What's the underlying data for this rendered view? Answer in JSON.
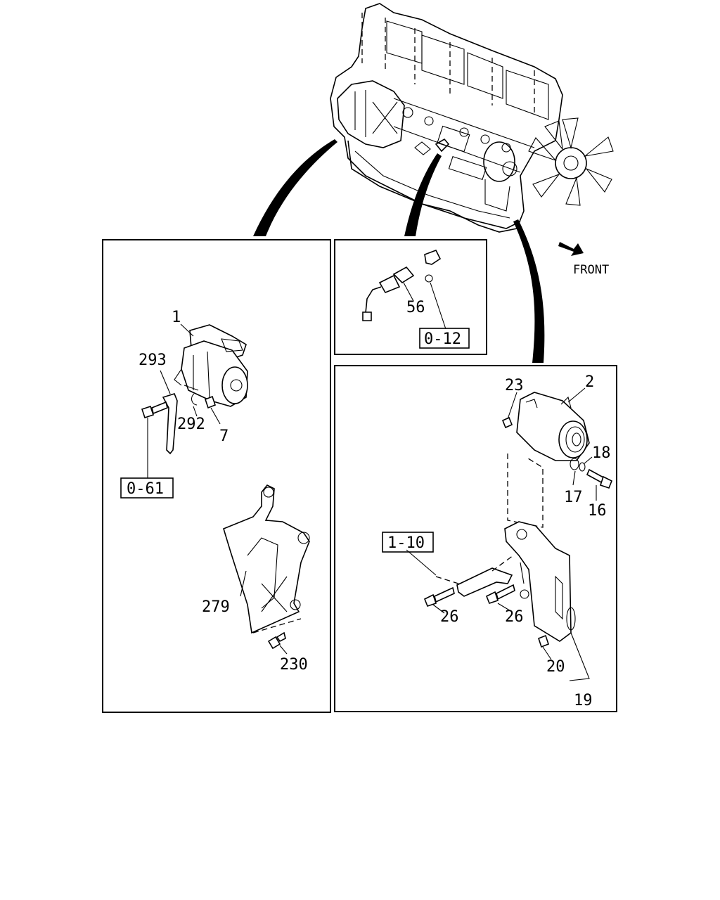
{
  "diagram": {
    "direction_label": "FRONT",
    "panels": {
      "starter": {
        "part_labels": [
          "1",
          "293",
          "292",
          "7",
          "279",
          "230"
        ],
        "ref_labels": [
          "0-61"
        ]
      },
      "sensor": {
        "part_labels": [
          "56"
        ],
        "ref_labels": [
          "0-12"
        ]
      },
      "alternator": {
        "part_labels": [
          "23",
          "2",
          "18",
          "17",
          "16",
          "26",
          "26",
          "20",
          "19"
        ],
        "ref_labels": [
          "1-10"
        ]
      }
    }
  }
}
